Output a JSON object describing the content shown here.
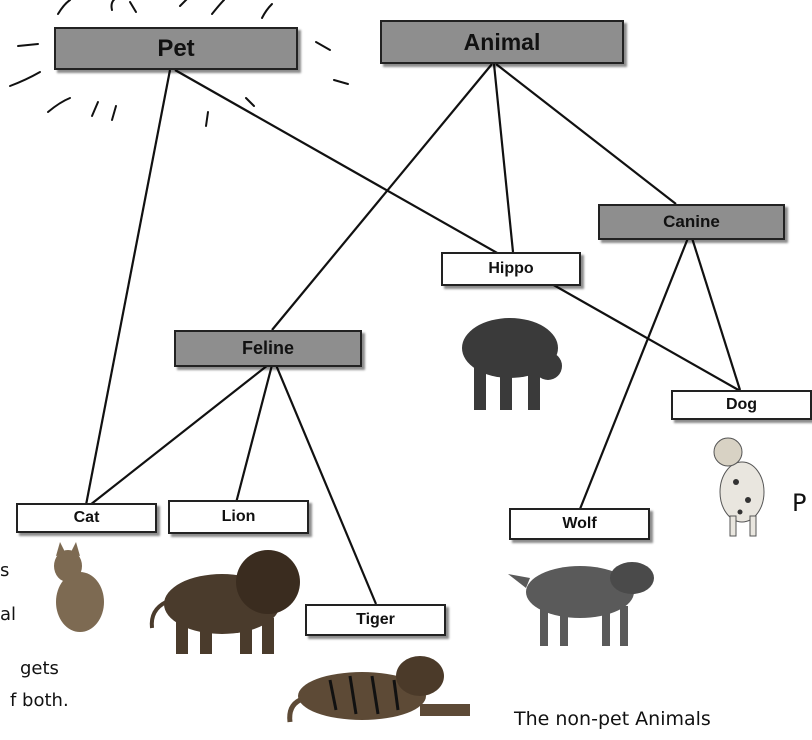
{
  "boxes": {
    "pet": "Pet",
    "animal": "Animal",
    "canine": "Canine",
    "hippo": "Hippo",
    "feline": "Feline",
    "dog": "Dog",
    "cat": "Cat",
    "lion": "Lion",
    "wolf": "Wolf",
    "tiger": "Tiger"
  },
  "notes": {
    "left_fragment_1": "s",
    "left_fragment_2": "al",
    "left_fragment_3": "gets",
    "left_fragment_4": "f both.",
    "right_fragment": "P",
    "bottom_caption": "The non-pet Animals"
  },
  "colors": {
    "category_box": "#8e8e8e",
    "instance_box": "#ffffff",
    "line": "#111111"
  }
}
